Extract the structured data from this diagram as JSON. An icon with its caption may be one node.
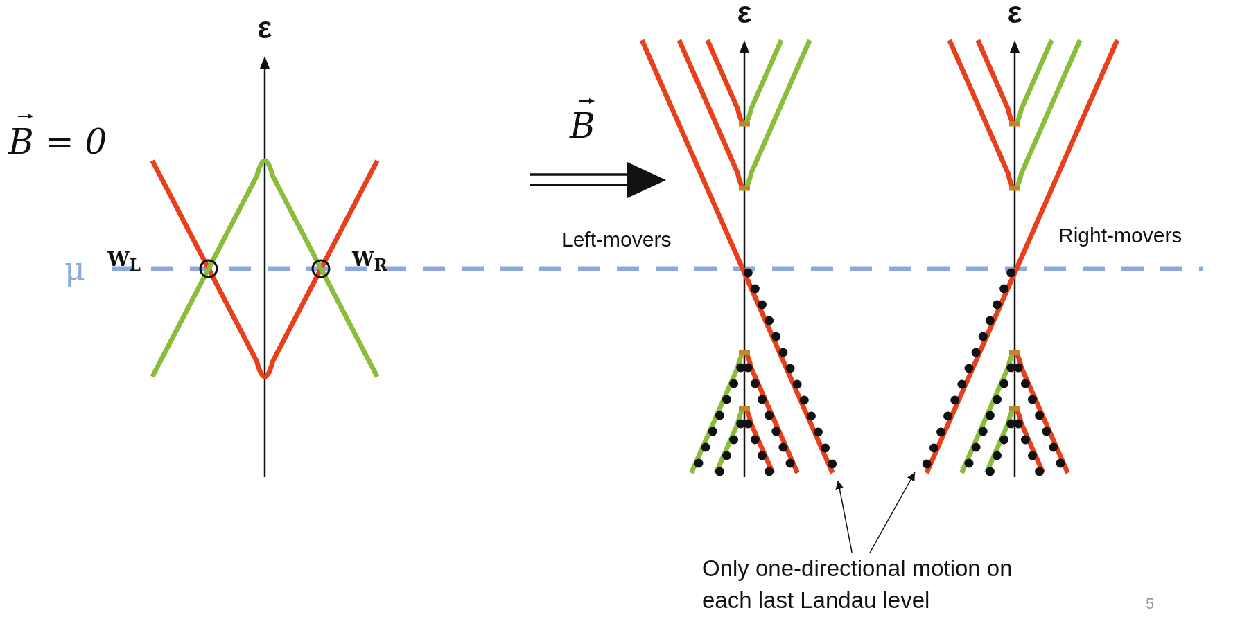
{
  "diagram": {
    "nodes": [
      {
        "text": [
          "Only one-directional motion on each last Landau level"
        ]
      },
      {
        "text": [],
        "shape": "picture"
      },
      {
        "text": [],
        "shape": "picture"
      }
    ],
    "edges": [
      {
        "from": 0,
        "to": 1,
        "arrow": "to"
      },
      {
        "from": 0,
        "to": 2,
        "arrow": "to"
      }
    ],
    "labels": [
      "ε",
      "ε",
      "ε",
      "B = 0",
      "μ",
      "W$_{L}$",
      "W$_{R}$",
      "B",
      "Left-movers",
      "Right-movers",
      "5"
    ]
  }
}
